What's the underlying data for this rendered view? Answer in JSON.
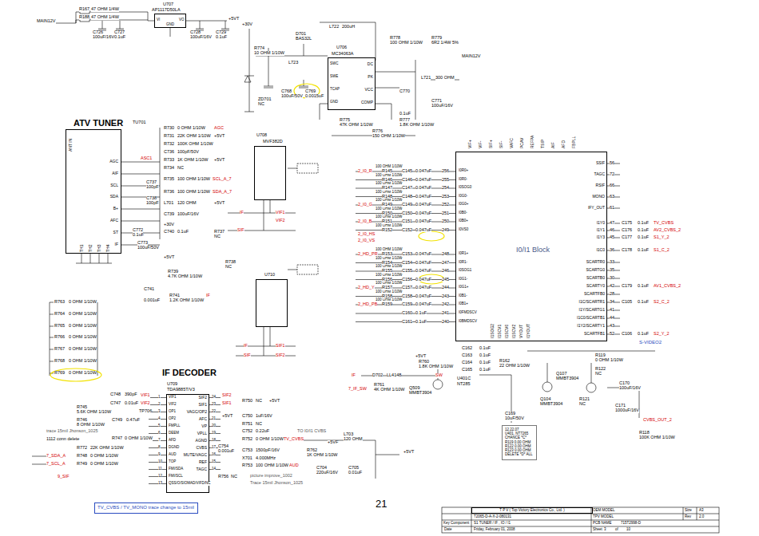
{
  "diagram": {
    "nodes": [
      {
        "text": [
          "U707",
          "AP1117D50LA"
        ]
      },
      {
        "text": [
          "U706",
          "MC34063A"
        ]
      },
      {
        "text": [
          "TU701"
        ]
      },
      {
        "text": [
          "U708",
          "MVF382D"
        ]
      },
      {
        "text": [
          "U710"
        ]
      },
      {
        "text": [
          "I0/I1 Block"
        ]
      },
      {
        "text": [
          "12.22.07",
          "U401, NT7265",
          "CHANCE *C*",
          "R119 0.00 OHM",
          "R122 0.00 OHM",
          "R123 0.00 OHM",
          "DELETE *D* ALL"
        ]
      },
      {
        "text": [
          "U709",
          "TDA9885T/V3"
        ]
      },
      {
        "text": [
          "TV_CVBS / TV_MONO trace change to 15mil"
        ]
      },
      {
        "text": [
          "T P V ( Top Victory Electronics Co., Ltd. )"
        ]
      }
    ],
    "labels": [
      "R167",
      "47 OHM 1/4W",
      "MAIN12V",
      "R188",
      "47 OHM 1/4W",
      "C726",
      "100uF/16V",
      "C727",
      "0.1uF",
      "VI",
      "VO",
      "GND",
      "+5VT",
      "C728",
      "100uF/16V",
      "C729",
      "0.1uF",
      "+30V",
      "R774",
      "10 OHM 1/10W",
      "ZD701",
      "NC",
      "L723",
      "D701",
      "BAS32L",
      "C768",
      "100uF/50V",
      "C769",
      "0.0015uF",
      "L722",
      "200uH",
      "SWC",
      "SWE",
      "TCAP",
      "GND",
      "DC",
      "PK",
      "VCC",
      "COMP",
      "R778",
      "100 OHM 1/10W",
      "R779",
      "6R2 1/4W 5%",
      "MAIN12V",
      "L721",
      "300 OHM",
      "C770",
      "0.1uF",
      "C771",
      "100uF/16V",
      "R775",
      "47K OHM 1/10W",
      "R776",
      "150 OHM 1/10W",
      "R777",
      "1.8K OHM 1/10W",
      "ATV TUNER",
      "AGC",
      "AIF",
      "SCL",
      "SDA",
      "B+",
      "AFC",
      "ST",
      "IF",
      "ANT IN",
      "TH1",
      "TH2",
      "TH3",
      "TH4",
      "ASC1",
      "R730",
      "0 OHM 1/10W",
      "AGC",
      "R731",
      "22K OHM 1/10W",
      "+5VT",
      "R732",
      "100K OHM 1/10W",
      "C736",
      "100pF/50V",
      "R733",
      "1K OHM 1/10W",
      "+5VT",
      "R734",
      "NC",
      "C737",
      "100pF",
      "R735",
      "100 OHM 1/10W",
      "SCL_A_7",
      "C738",
      "100pF",
      "R736",
      "100 OHM 1/10W",
      "SDA_A_7",
      "L701",
      "120 OHM",
      "+5VT",
      "C739",
      "100uF/16V",
      "+30V",
      "C740",
      "0.1uF",
      "C772",
      "0.1uF",
      "C773",
      "100uF/50V",
      "R737",
      "NC",
      "+5VT",
      "R738",
      "NC",
      "R739",
      "4.7K OHM 1/10W",
      "C741",
      "0.001uF",
      "R741",
      "1.2K OHM 1/10W",
      "IF",
      "R763",
      "R764",
      "R765",
      "R766",
      "R767",
      "R768",
      "R769",
      "0 OHM 1/10W",
      "0 OHM 1/10W",
      "0 OHM 1/10W",
      "0 OHM 1/10W",
      "0 OHM 1/10W",
      "0 OHM 1/10W",
      "0 OHM 1/10W",
      "IF",
      "SIF",
      "VIF1",
      "VIF2",
      "IF",
      "SIF",
      "SIF1",
      "SIF2",
      "2_I0_R",
      "2_I0_G",
      "2_I0_B",
      "2_I0_HS",
      "2_I0_VS",
      "2_HD_PR",
      "2_HD_Y",
      "2_HD_PB",
      "100 OHM 1/10W",
      "100 OHM 1/10W",
      "100 OHM 1/10W",
      "100 OHM 1/10W",
      "100 OHM 1/10W",
      "100 OHM 1/10W",
      "100 OHM 1/10W",
      "100 OHM 1/10W",
      "R145",
      "R146",
      "R147",
      "R148",
      "R149",
      "R150",
      "R151",
      "R152",
      "C145",
      "C146",
      "C147",
      "C148",
      "C149",
      "C150",
      "C151",
      "C152",
      "0.047uF",
      "0.047uF",
      "0.047uF",
      "0.047uF",
      "0.047uF",
      "0.047uF",
      "0.047uF",
      "0.047uF",
      "256",
      "255",
      "254",
      "253",
      "252",
      "251",
      "250",
      "249",
      "I0R0+",
      "I0R0-",
      "I0SOG0",
      "I0G0-",
      "I0G0+",
      "I0B0-",
      "I0B0+",
      "I0VS0",
      "100 OHM 1/10W",
      "100 OHM 1/10W",
      "100 OHM 1/10W",
      "100 OHM 1/10W",
      "100 OHM 1/10W",
      "100 OHM 1/10W",
      "100 OHM 1/10W",
      "R153",
      "R154",
      "R155",
      "R156",
      "R157",
      "R158",
      "R159",
      "C153",
      "C154",
      "C155",
      "C156",
      "C157",
      "C158",
      "C159",
      "0.047uF",
      "0.047uF",
      "0.047uF",
      "0.047uF",
      "0.047uF",
      "0.047uF",
      "0.047uF",
      "248",
      "247",
      "246",
      "245",
      "244",
      "243",
      "242",
      "I0R1+",
      "I0R1-",
      "I0SOG1",
      "I0G1-",
      "I0G1+",
      "I0B1-",
      "I0B1+",
      "C160",
      "C161",
      "0.1uF",
      "0.1uF",
      "241",
      "240",
      "I0FMDSCV",
      "I0BMDSCV",
      "VIF+",
      "VIF-",
      "SIF+",
      "SIF-",
      "VAFC",
      "PCAV",
      "REFPA",
      "TSIP",
      "AIF",
      "AFD",
      "FBPLL",
      "I1SOG2",
      "I1SCV1",
      "I1SCV0",
      "I1SCV2",
      "VYOUT",
      "I1YOUT",
      "SSIF",
      "TAGC",
      "RSIF",
      "MONO",
      "IFY_OUT",
      "I1Y0",
      "I1Y1",
      "I1Y3",
      "I1C0",
      "SCARTR0",
      "SCARTG0",
      "SCARTB0",
      "SCARTY0",
      "SCARTFB0",
      "I1C/SCARTR1",
      "I1Y/SCARTG1",
      "I1C0/SCARTB1",
      "I1Y2/SCARTY1",
      "SCARTFB1",
      "56",
      "72",
      "66",
      "63",
      "61",
      "47",
      "46",
      "45",
      "36",
      "33",
      "35",
      "30",
      "42",
      "28",
      "34",
      "41",
      "44",
      "43",
      "52",
      "C175",
      "C176",
      "C177",
      "0.1uF",
      "0.1uF",
      "0.1uF",
      "TV_CVBS",
      "AV2_CVBS_2",
      "S1_Y_2",
      "C178",
      "0.1uF",
      "S1_C_2",
      "C179",
      "0.1uF",
      "AV1_CVBS_2",
      "C105",
      "0.1uF",
      "S2_C_2",
      "C106",
      "0.1uF",
      "S2_Y_2",
      "S-VIDEO2",
      "C162",
      "C163",
      "C164",
      "C165",
      "0.1uF",
      "0.1uF",
      "0.1uF",
      "0.1uF",
      "U401C",
      "NT285",
      "+5VT",
      "R760",
      "1.8K OHM 1/10W",
      "IF",
      "D702",
      "LL4148",
      "SW",
      "7_IF_SW",
      "R761",
      "4K OHM 1/10W",
      "Q509",
      "MMBT3904",
      "R162",
      "22 OHM 1/10W",
      "R119",
      "0 OHM 1/10W",
      "Q107",
      "MMBT3904",
      "R122",
      "NC",
      "C170",
      "100uF/16V",
      "Q104",
      "MMBT3904",
      "R121",
      "NC",
      "C171",
      "1000uF/16V",
      "CVBS_OUT_2",
      "R118",
      "100K OHM 1/10W",
      "C169",
      "10uF/50V",
      "+5VT",
      "IF DECODER",
      "VIF1",
      "VIF2",
      "OP1",
      "OP2",
      "FMPLL",
      "DEEM",
      "AFD",
      "DGND",
      "AUD",
      "TOP",
      "FMI/SDA",
      "FMI/SCL",
      "QSS/O/SIOMAD/VIFD/NC",
      "SIF2",
      "SIF1",
      "VAGC/OP2",
      "AFC",
      "VP",
      "VPLL",
      "AGND",
      "CVBS",
      "MUTE/VAGC",
      "REF",
      "TAGC",
      "1",
      "2",
      "3",
      "4",
      "5",
      "6",
      "7",
      "8",
      "9",
      "10",
      "11",
      "12",
      "13",
      "24",
      "23",
      "22",
      "21",
      "20",
      "19",
      "18",
      "17",
      "16",
      "15",
      "14",
      "VIF1",
      "VIF2",
      "C748",
      "390pF",
      "C747",
      "0.01uF",
      "TP706",
      "R745",
      "5.6K OHM 1/10W",
      "C749",
      "0.47uF",
      "R746",
      "8 OHM 1/10W",
      "trace 15mil Jhonson_1025",
      "1112 conn delete",
      "R747",
      "0 OHM 1/10W",
      "R772",
      "22K OHM 1/10W",
      "7_SDA_A",
      "R748",
      "0 OHM 1/10W",
      "7_SCL_A",
      "R749",
      "0 OHM 1/10W",
      "9_SIF",
      "SIF2",
      "SIF1",
      "R750",
      "NC",
      "+5VT",
      "+5VT",
      "C750",
      "1uF/16V",
      "R751",
      "NC",
      "C752",
      "0.22uF",
      "TO I0/I1 CVBS",
      "R752",
      "0 OHM 1/10W",
      "TV_CVBS",
      "C754",
      "0.001uF",
      "C753",
      "1500pF/16V",
      "X701",
      "4.000MHz",
      "R753",
      "100 OHM 1/10W",
      "AUD",
      "R756",
      "NC",
      "picture improve_1002",
      "Trace 15mil Jhonson_1025",
      "R762",
      "1K OHM 1/10W",
      "L703",
      "120 OHM",
      "+5VF",
      "C704",
      "220uF/16V",
      "C705",
      "0.01uF",
      "OEM MODEL",
      "Size",
      "A3",
      "T2065-D-A-X-2-080131",
      "TPV MODEL",
      "Rev",
      "2.0",
      "Key Component",
      "S1 TUNER / IF , IO / I1",
      "PCB NAME",
      "715T2998-D",
      "Date",
      "Friday, February 01, 2008",
      "Sheet",
      "3",
      "of",
      "10",
      "21"
    ]
  }
}
